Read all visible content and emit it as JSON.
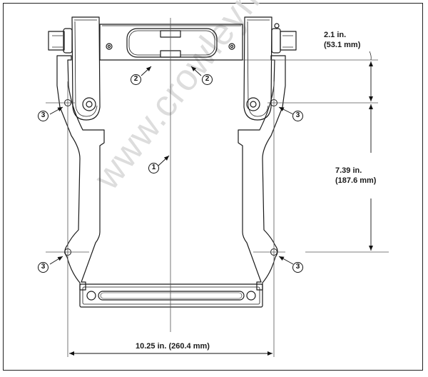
{
  "diagram": {
    "subject": "Mounting template drawing",
    "watermark": "www.crowleymarine.com",
    "dimensions": {
      "top_offset": {
        "inches": "2.1 in.",
        "mm": "(53.1 mm)"
      },
      "vertical_hole_spacing": {
        "inches": "7.39 in.",
        "mm": "(187.6 mm)"
      },
      "horizontal_hole_spacing": {
        "label": "10.25 in. (260.4 mm)"
      }
    },
    "callouts": [
      {
        "id": "1",
        "label": "1",
        "meaning": "centerline"
      },
      {
        "id": "2a",
        "label": "2"
      },
      {
        "id": "2b",
        "label": "2"
      },
      {
        "id": "3a",
        "label": "3"
      },
      {
        "id": "3b",
        "label": "3"
      },
      {
        "id": "3c",
        "label": "3"
      },
      {
        "id": "3d",
        "label": "3"
      }
    ],
    "colors": {
      "line": "#1a1a1a",
      "thin": "#555555",
      "watermark": "#d8d8d8"
    }
  }
}
